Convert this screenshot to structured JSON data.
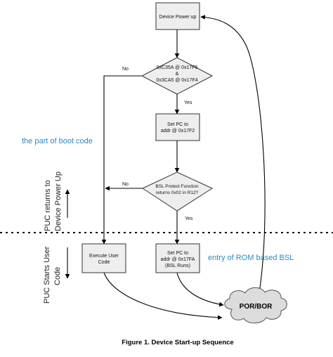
{
  "diagram": {
    "nodes": {
      "power_up": "Device Power up",
      "check_line1": "0xC35A @ 0x17F6",
      "check_line2": "&",
      "check_line3": "0x3CA5 @ 0x17F4",
      "set_pc_line1": "Set PC to",
      "set_pc_line2": "addr @ 0x17F2",
      "bsl_protect_line1": "BSL Protect Function",
      "bsl_protect_line2": "returns 0x02 in R12?",
      "execute_line1": "Execute User",
      "execute_line2": "Code",
      "set_pc2_line1": "Set PC to",
      "set_pc2_line2": "addr @ 0x17FA",
      "set_pc2_line3": "(BSL Runs)",
      "por_bor": "POR/BOR"
    },
    "edge_labels": {
      "no_1": "No",
      "yes_1": "Yes",
      "no_2": "No",
      "yes_2": "Yes"
    },
    "side_labels": {
      "puc_returns_line1": "PUC returns to",
      "puc_returns_line2": "Device Power Up",
      "puc_starts_line1": "PUC Starts User",
      "puc_starts_line2": "Code"
    },
    "annotations": {
      "boot_code": "the part of boot code",
      "rom_bsl": "entry of ROM based BSL"
    },
    "caption": "Figure 1. Device Start-up Sequence"
  }
}
